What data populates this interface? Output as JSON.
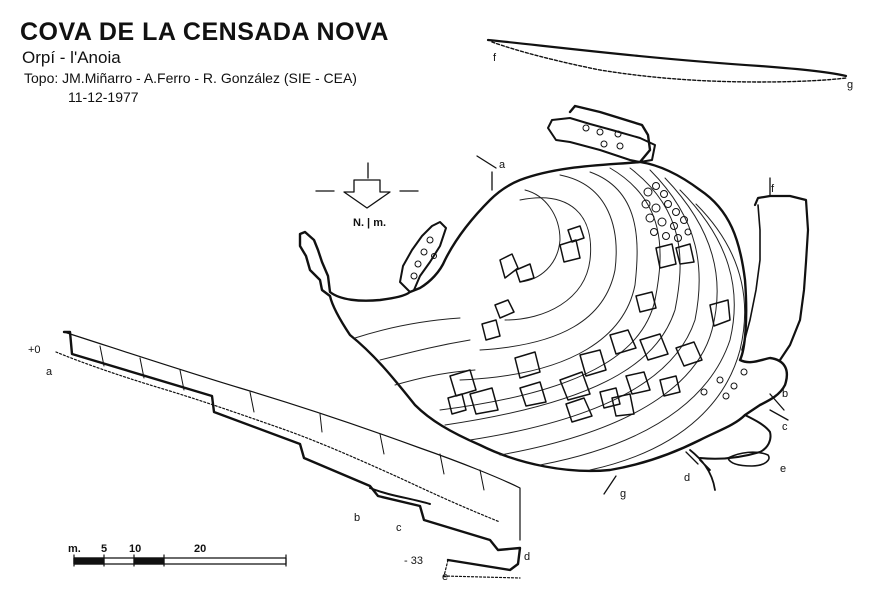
{
  "header": {
    "title": "COVA DE LA CENSADA NOVA",
    "location": "Orpí - l'Anoia",
    "credits": "Topo: JM.Miñarro - A.Ferro - R. González  (SIE - CEA)",
    "date": "11-12-1977"
  },
  "north_arrow": {
    "label": "N. | m."
  },
  "section_labels": {
    "a_top": "a",
    "b_right": "b",
    "c_right": "c",
    "d_bottom": "d",
    "e_bottom": "e",
    "f_right": "f",
    "f_top": "f",
    "g_top": "g",
    "g_bottom": "g"
  },
  "profile": {
    "depth_top": "+0",
    "depth_bottom": "- 33",
    "labels": {
      "a": "a",
      "b": "b",
      "c": "c",
      "d": "d",
      "e": "e"
    }
  },
  "scale_bar": {
    "labels": [
      "m.",
      "5",
      "10",
      "20"
    ]
  },
  "colors": {
    "ink": "#111111",
    "paper": "#ffffff"
  }
}
